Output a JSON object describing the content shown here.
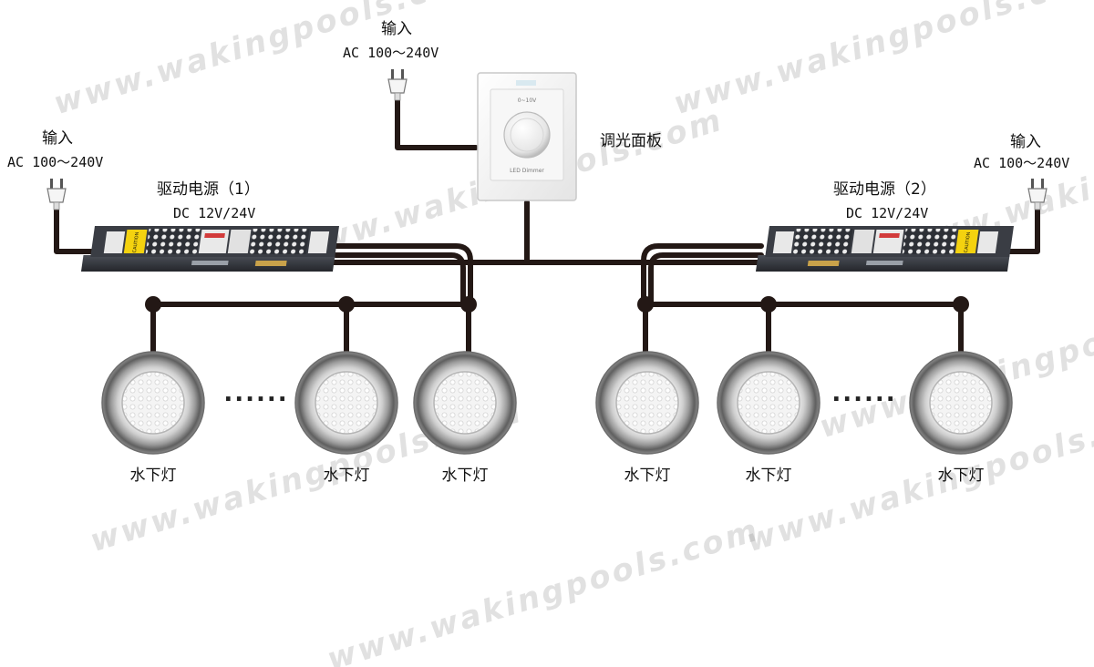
{
  "watermark": "www.wakingpools.com",
  "input": {
    "label": "输入",
    "voltage": "AC 100～240V"
  },
  "dimmer": {
    "label": "调光面板",
    "range_text": "0~10V",
    "brand_text": "LED Dimmer"
  },
  "drivers": [
    {
      "title": "驱动电源（1）",
      "spec": "DC 12V/24V",
      "caution": "CAUTION"
    },
    {
      "title": "驱动电源（2）",
      "spec": "DC 12V/24V",
      "caution": "CAUTION"
    }
  ],
  "light_label": "水下灯",
  "ellipsis": "......",
  "colors": {
    "wire": "#231815",
    "driver_body": "#3a3d44",
    "caution_yellow": "#f4d20f",
    "lamp_ring": "#9a9a9a"
  }
}
